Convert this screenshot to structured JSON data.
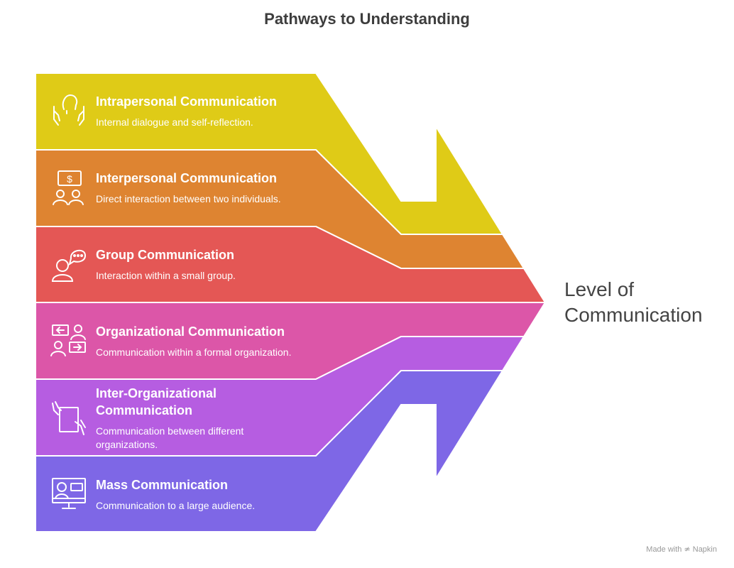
{
  "title": "Pathways to Understanding",
  "target_label": "Level of Communication",
  "footer": "Made with ≄ Napkin",
  "colors": [
    "#DFCB17",
    "#DE8431",
    "#E45755",
    "#DC56A8",
    "#B65DE1",
    "#7E67E6"
  ],
  "levels": [
    {
      "title": "Intrapersonal Communication",
      "desc": "Internal dialogue and self-reflection.",
      "icon": "self-reflection-icon"
    },
    {
      "title": "Interpersonal Communication",
      "desc": "Direct interaction between two individuals.",
      "icon": "two-people-chat-icon"
    },
    {
      "title": "Group Communication",
      "desc": "Interaction within a small group.",
      "icon": "person-speech-bubble-icon"
    },
    {
      "title": "Organizational Communication",
      "desc": "Communication within a formal organization.",
      "icon": "exchange-messages-icon"
    },
    {
      "title": "Inter-Organizational Communication",
      "desc": "Communication between different organizations.",
      "icon": "tablet-hands-icon"
    },
    {
      "title": "Mass Communication",
      "desc": "Communication to a large audience.",
      "icon": "broadcast-monitor-icon"
    }
  ]
}
